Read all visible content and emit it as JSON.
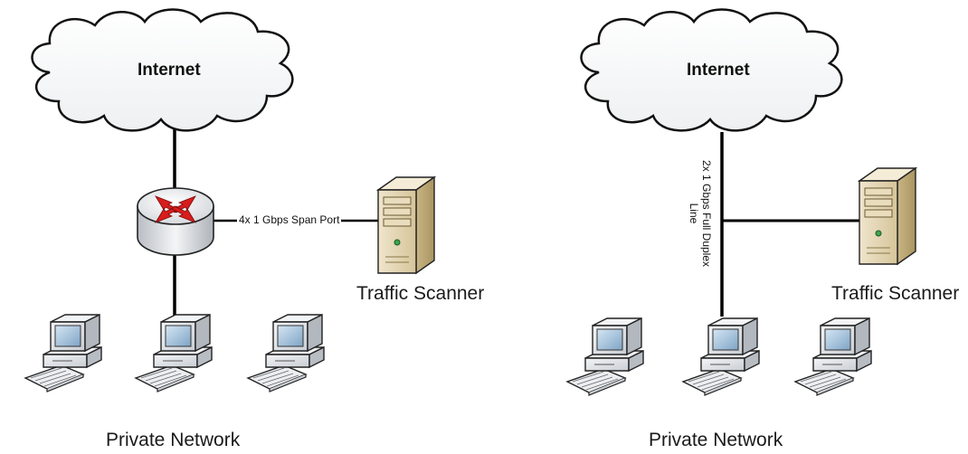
{
  "left_diagram": {
    "cloud_label": "Internet",
    "link_label": "4x 1 Gbps Span Port",
    "scanner_label": "Traffic Scanner",
    "network_label": "Private Network",
    "router_icon": "router-icon",
    "server_icon": "server-icon",
    "workstation_icon": "desktop-computer-icon"
  },
  "right_diagram": {
    "cloud_label": "Internet",
    "link_label_line1": "2x 1 Gbps Full Duplex",
    "link_label_line2": "Line",
    "scanner_label": "Traffic Scanner",
    "network_label": "Private Network",
    "server_icon": "server-icon",
    "workstation_icon": "desktop-computer-icon"
  },
  "colors": {
    "line": "#000000",
    "cloud_fill": "#ffffff",
    "router_body": "#e4e7ea",
    "router_arrows": "#d81d1d",
    "server_body": "#e8dcbf",
    "monitor_body": "#e9ebee",
    "screen": "#a9c4dd"
  }
}
